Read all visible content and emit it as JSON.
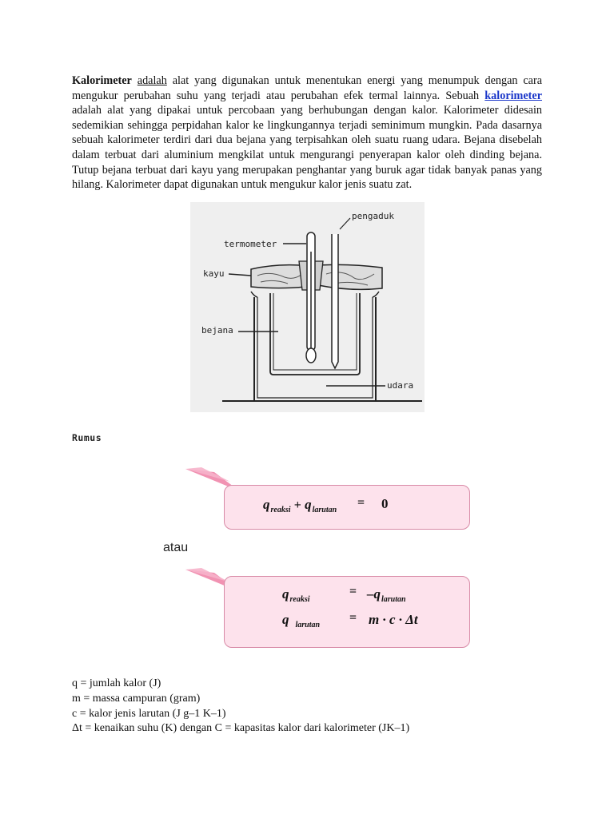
{
  "paragraph": {
    "term": "Kalorimeter",
    "link1": "adalah",
    "text1": " alat yang digunakan untuk menentukan energi yang menumpuk dengan cara mengukur perubahan suhu yang terjadi atau perubahan efek termal lainnya. Sebuah ",
    "link2": "kalorimeter",
    "text2": " adalah alat yang dipakai untuk percobaan yang berhubungan dengan kalor. Kalorimeter didesain sedemikian sehingga perpidahan kalor ke lingkungannya terjadi seminimum mungkin. Pada dasarnya sebuah kalorimeter terdiri dari dua bejana yang terpisahkan oleh suatu ruang udara. Bejana disebelah dalam terbuat dari aluminium mengkilat untuk mengurangi penyerapan kalor oleh dinding bejana. Tutup bejana terbuat dari kayu yang merupakan penghantar yang buruk agar tidak banyak panas yang hilang. Kalorimeter dapat digunakan untuk mengukur kalor jenis suatu zat."
  },
  "diagram": {
    "labels": {
      "pengaduk": "pengaduk",
      "termometer": "termometer",
      "kayu": "kayu",
      "bejana": "bejana",
      "udara": "udara"
    }
  },
  "section_heading": "Rumus",
  "formula1": {
    "q1": "q",
    "sub1": "reaksi",
    "plus": "+",
    "q2": "q",
    "sub2": "larutan",
    "equals": "=",
    "zero": "0"
  },
  "atau": "atau",
  "formula2": {
    "line1": {
      "q": "q",
      "sub": "reaksi",
      "equals": "=",
      "rhs_q": "–q",
      "rhs_sub": "larutan"
    },
    "line2": {
      "q": "q",
      "sub": "larutan",
      "equals": "=",
      "rhs": "m · c · Δt"
    }
  },
  "legend": [
    "q = jumlah kalor (J)",
    "m = massa campuran (gram)",
    "c = kalor jenis larutan (J g–1 K–1)",
    "Δt = kenaikan suhu (K) dengan C = kapasitas kalor dari kalorimeter (JK–1)"
  ],
  "colors": {
    "link": "#1a36c9",
    "formula_box_fill": "#fde2ec",
    "formula_box_border": "#d88aa6",
    "arrow_pink": "#ee7fa5"
  }
}
